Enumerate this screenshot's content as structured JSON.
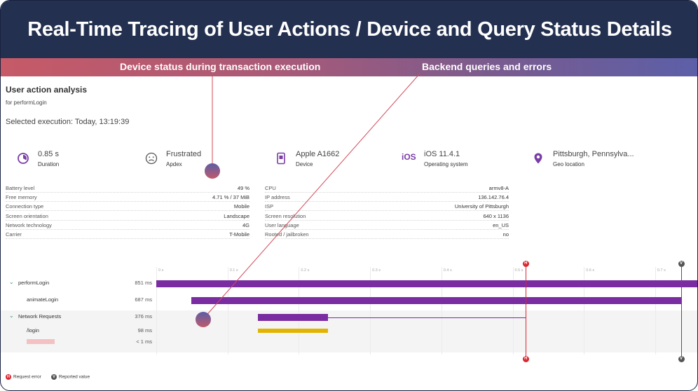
{
  "title": "Real-Time Tracing of User Actions / Device and Query Status Details",
  "banner": {
    "device_label": "Device status during transaction execution",
    "backend_label": "Backend queries and errors"
  },
  "header": {
    "heading": "User action analysis",
    "subheading": "for performLogin",
    "selected": "Selected execution: Today, 13:19:39"
  },
  "metrics": [
    {
      "icon": "duration-icon",
      "value": "0.85 s",
      "label": "Duration"
    },
    {
      "icon": "frustrated-face-icon",
      "value": "Frustrated",
      "label": "Apdex"
    },
    {
      "icon": "phone-icon",
      "value": "Apple A1662",
      "label": "Device"
    },
    {
      "icon": "ios-icon",
      "icon_text": "iOS",
      "value": "iOS 11.4.1",
      "label": "Operating system"
    },
    {
      "icon": "location-pin-icon",
      "value": "Pittsburgh, Pennsylva...",
      "label": "Geo location"
    }
  ],
  "props_left": [
    {
      "k": "Battery level",
      "v": "49 %"
    },
    {
      "k": "Free memory",
      "v": "4.71 % / 37 MiB"
    },
    {
      "k": "Connection type",
      "v": "Mobile"
    },
    {
      "k": "Screen orientation",
      "v": "Landscape"
    },
    {
      "k": "Network technology",
      "v": "4G"
    },
    {
      "k": "Carrier",
      "v": "T-Mobile"
    }
  ],
  "props_right": [
    {
      "k": "CPU",
      "v": "armv8-A"
    },
    {
      "k": "IP address",
      "v": "136.142.76.4"
    },
    {
      "k": "ISP",
      "v": "University of Pittsburgh"
    },
    {
      "k": "Screen resolution",
      "v": "640 x 1136"
    },
    {
      "k": "User language",
      "v": "en_US"
    },
    {
      "k": "Rooted / jailbroken",
      "v": "no"
    }
  ],
  "timeline": {
    "ticks": [
      "0 s",
      "0.1 s",
      "0.2 s",
      "0.3 s",
      "0.4 s",
      "0.5 s",
      "0.6 s",
      "0.7 s"
    ],
    "rows": [
      {
        "label": "performLogin",
        "duration": "851 ms",
        "start_s": 0.0,
        "dur_s": 0.851,
        "expandable": true
      },
      {
        "label": "animateLogin",
        "duration": "687 ms",
        "start_s": 0.049,
        "dur_s": 0.687,
        "expandable": false
      },
      {
        "label": "Network Requests",
        "duration": "376 ms",
        "start_s": 0.143,
        "dur_s": 0.098,
        "expandable": true
      },
      {
        "label": "/login",
        "duration": "98 ms",
        "start_s": 0.143,
        "dur_s": 0.098,
        "expandable": false
      },
      {
        "label": "",
        "duration": "< 1 ms",
        "start_s": 0,
        "dur_s": 0,
        "expandable": false
      }
    ],
    "error_marker": {
      "letter": "H",
      "at_s": 0.518
    },
    "reported_marker": {
      "letter": "V",
      "at_s": 0.736
    }
  },
  "legend": {
    "error": "Request error",
    "reported": "Reported value"
  },
  "colors": {
    "title_bg": "#23304f",
    "purple": "#7a2da0",
    "gold": "#e2b400",
    "error": "#d9262f",
    "reported": "#555555"
  }
}
